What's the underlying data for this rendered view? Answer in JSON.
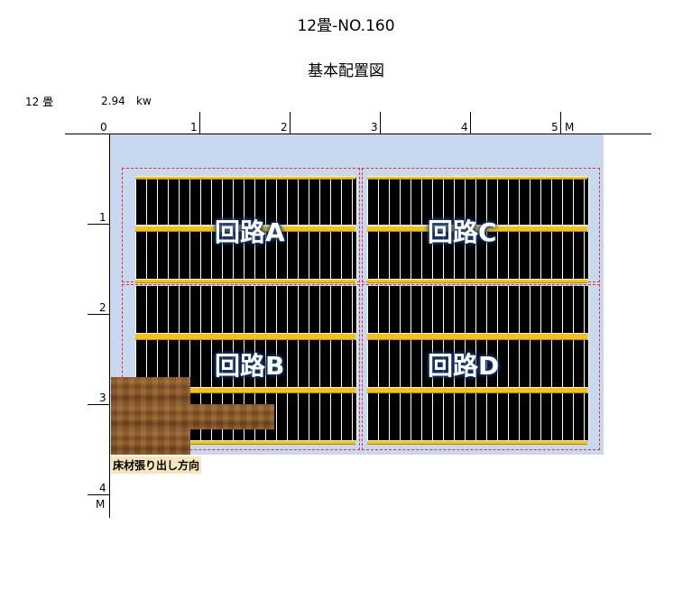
{
  "header": {
    "title": "12畳-NO.160",
    "subtitle": "基本配置図",
    "room_size": "12 畳",
    "power": "2.94",
    "power_unit": "kw"
  },
  "axis": {
    "x_ticks": [
      "0",
      "1",
      "2",
      "3",
      "4",
      "5"
    ],
    "x_unit": "M",
    "y_ticks": [
      "1",
      "2",
      "3",
      "4"
    ],
    "y_unit": "M"
  },
  "circuits": [
    {
      "label": "回路A"
    },
    {
      "label": "回路C"
    },
    {
      "label": "回路B"
    },
    {
      "label": "回路D"
    }
  ],
  "flooring": {
    "label": "床材張り出し方向"
  },
  "colors": {
    "region": "#c8d8ee",
    "heater": "#000000",
    "bar": "#f2c21a",
    "panel_border": "#e0303a"
  }
}
